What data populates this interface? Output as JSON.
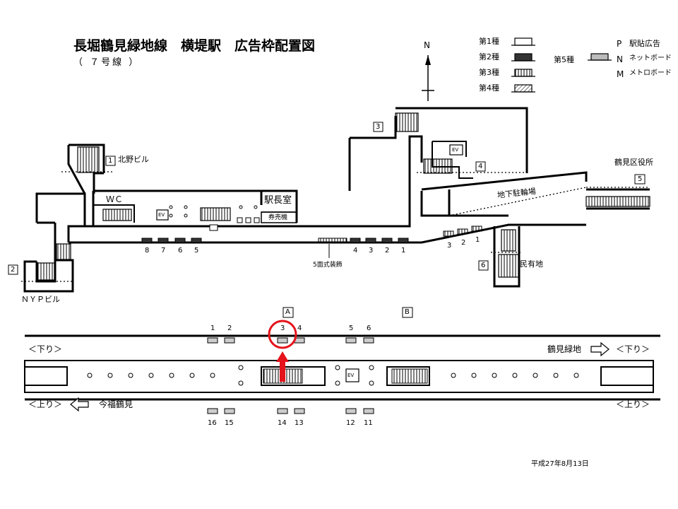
{
  "title": "長堀鶴見緑地線　横堤駅　広告枠配置図",
  "subtitle": "（ ７号線 ）",
  "north": "N",
  "legend": {
    "type1": "第1種",
    "type2": "第2種",
    "type3": "第3種",
    "type4": "第4種",
    "type5": "第5種",
    "p_code": "P",
    "p_label": "駅貼広告",
    "n_code": "N",
    "n_label": "ネットボード",
    "m_code": "M",
    "m_label": "メトロボード"
  },
  "concourse": {
    "box1": "1",
    "box2": "2",
    "box3": "3",
    "box4": "4",
    "box5": "5",
    "box6": "6",
    "kitano": "北野ビル",
    "nyp": "ＮＹＰビル",
    "wc": "ＷＣ",
    "ev": "EV",
    "stationmaster": "駅長室",
    "ticket": "券売機",
    "parking": "地下駐輪場",
    "ward": "鶴見区役所",
    "private": "民有地",
    "deco": "5面式装飾",
    "boards_left": [
      "8",
      "7",
      "6",
      "5"
    ],
    "boards_right": [
      "4",
      "3",
      "2",
      "1"
    ],
    "boards_east": [
      "3",
      "2",
      "1"
    ]
  },
  "platform": {
    "zone_a": "A",
    "zone_b": "B",
    "ev": "EV",
    "top_numbers": [
      "1",
      "2",
      "3",
      "4",
      "5",
      "6"
    ],
    "bottom_numbers": [
      "16",
      "15",
      "14",
      "13",
      "12",
      "11"
    ],
    "down_left": "＜下り＞",
    "down_right": "＜下り＞",
    "down_dest": "鶴見緑地",
    "up_left": "＜上り＞",
    "up_right": "＜上り＞",
    "up_dest": "今福鶴見"
  },
  "date": "平成27年8月13日",
  "colors": {
    "highlight": "#e5141b",
    "line": "#000000"
  }
}
